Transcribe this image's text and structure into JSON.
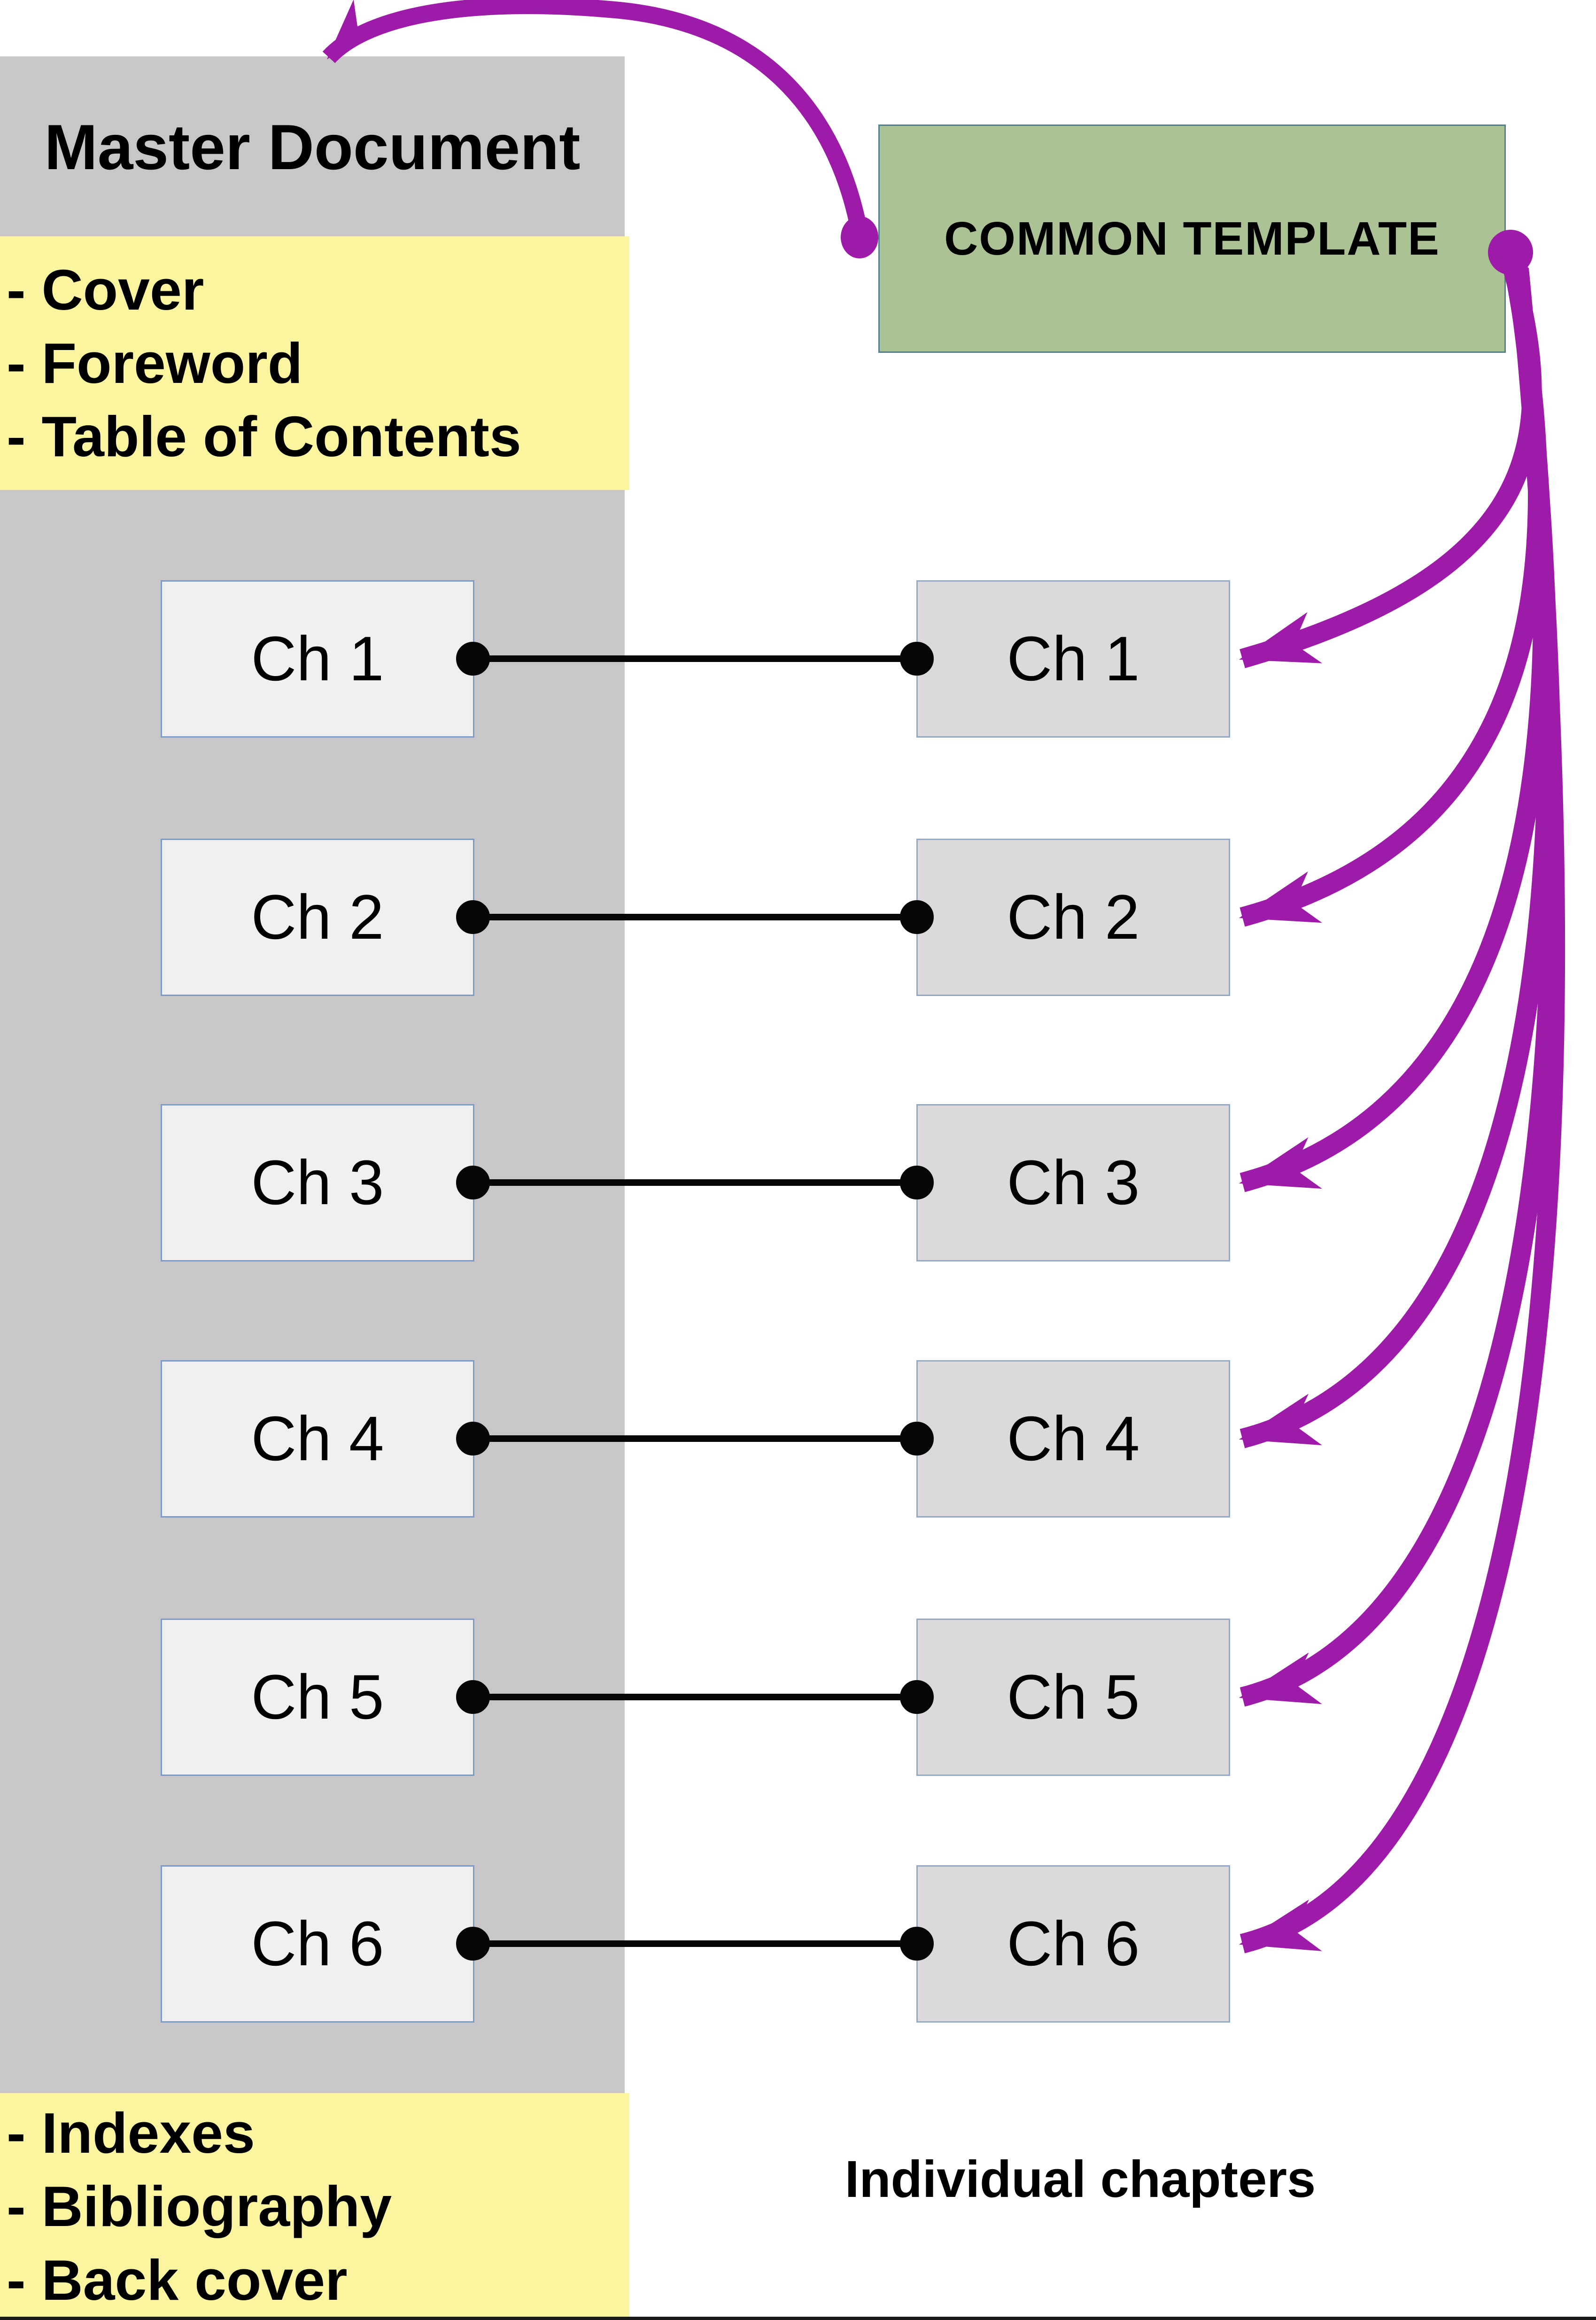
{
  "colors": {
    "purple_arrow": "#9e1aa8",
    "column_gray": "#c9c6ca",
    "panel_yellow": "#fcf5a0",
    "template_green": "#abc295",
    "master_chapter_fill": "#f2eff3",
    "individual_chapter_fill": "#dcd9dd",
    "chapter_border_blue": "#7b9cc8",
    "connector_black": "#060606"
  },
  "master_document": {
    "title": "Master Document",
    "front_matter": [
      "- Cover",
      "- Foreword",
      "- Table of Contents"
    ],
    "chapters": [
      "Ch 1",
      "Ch 2",
      "Ch 3",
      "Ch 4",
      "Ch 5",
      "Ch 6"
    ],
    "back_matter": [
      "- Indexes",
      "- Bibliography",
      "- Back cover"
    ]
  },
  "common_template": {
    "label": "COMMON TEMPLATE"
  },
  "individual_chapters": {
    "caption": "Individual chapters",
    "chapters": [
      "Ch 1",
      "Ch 2",
      "Ch 3",
      "Ch 4",
      "Ch 5",
      "Ch 6"
    ]
  }
}
